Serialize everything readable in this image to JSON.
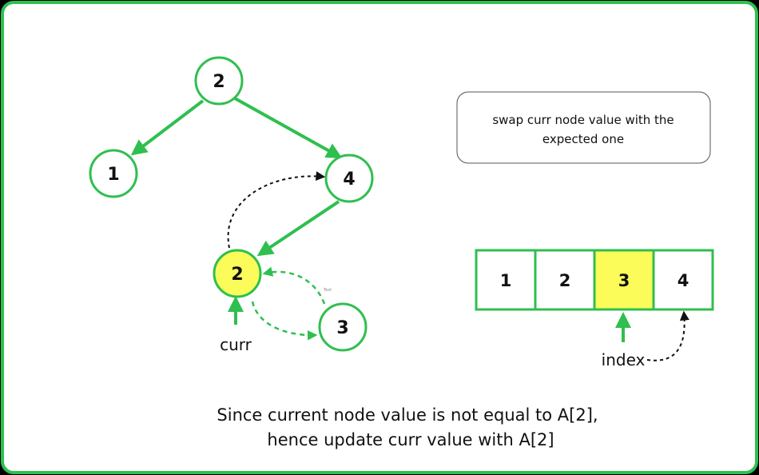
{
  "tree": {
    "root": "2",
    "left": "1",
    "right": "4",
    "current": "2",
    "leaf": "3"
  },
  "labels": {
    "curr": "curr",
    "index": "index",
    "tiny": "Text"
  },
  "note": {
    "line1": "swap curr node value with the",
    "line2": "expected one"
  },
  "array": {
    "cells": [
      "1",
      "2",
      "3",
      "4"
    ],
    "highlight_index": 2
  },
  "caption": {
    "line1": "Since current node value is not equal to A[2],",
    "line2": "hence update curr value with A[2]"
  },
  "colors": {
    "green": "#2fbf4f",
    "yellow": "#fbfb5a",
    "border": "#2fbf4f"
  }
}
